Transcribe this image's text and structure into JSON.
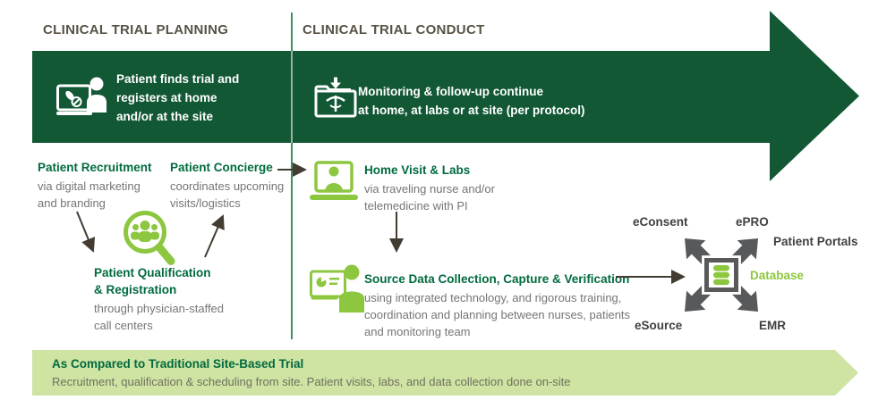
{
  "colors": {
    "dark_green": "#125835",
    "lime_green": "#8DC63F",
    "comparison_banner_bg": "#CFE3A3",
    "heading_green": "#006B3F",
    "header_text": "#585247",
    "body_gray": "#747578",
    "hub_gray": "#58595B",
    "thin_arrow": "#423C32"
  },
  "headers": {
    "planning": "CLINICAL TRIAL PLANNING",
    "conduct": "CLINICAL TRIAL CONDUCT"
  },
  "main_arrow": {
    "step_register": {
      "icon": "patient-online-registration-icon",
      "text": "Patient finds trial and\nregisters at home\nand/or at the site"
    },
    "step_monitoring": {
      "icon": "monitoring-folder-icon",
      "text": "Monitoring & follow-up continue\nat home, at labs or at site (per protocol)"
    }
  },
  "planning_section": {
    "recruitment": {
      "title": "Patient Recruitment",
      "desc": "via digital marketing\nand branding"
    },
    "concierge": {
      "title": "Patient Concierge",
      "desc": "coordinates upcoming\nvisits/logistics"
    },
    "qualification": {
      "title": "Patient Qualification\n& Registration",
      "desc": "through physician-staffed\ncall centers"
    },
    "icon": "patient-search-magnifier-icon"
  },
  "conduct_section": {
    "home_visit": {
      "icon": "telemedicine-laptop-icon",
      "title": "Home Visit & Labs",
      "desc": "via traveling nurse and/or\ntelemedicine with PI"
    },
    "source_data": {
      "icon": "source-data-collection-icon",
      "title": "Source Data Collection, Capture & Verification",
      "desc": "using integrated technology, and rigorous training,\ncoordination and planning between nurses, patients\nand monitoring team"
    }
  },
  "hub": {
    "center_icon": "database-icon",
    "labels": {
      "econsent": "eConsent",
      "epro": "ePRO",
      "patient_portals": "Patient Portals",
      "database": "Database",
      "esource": "eSource",
      "emr": "EMR"
    }
  },
  "comparison_banner": {
    "title": "As Compared to Traditional Site-Based Trial",
    "desc": "Recruitment, qualification & scheduling from site. Patient visits, labs, and data collection done on-site"
  }
}
